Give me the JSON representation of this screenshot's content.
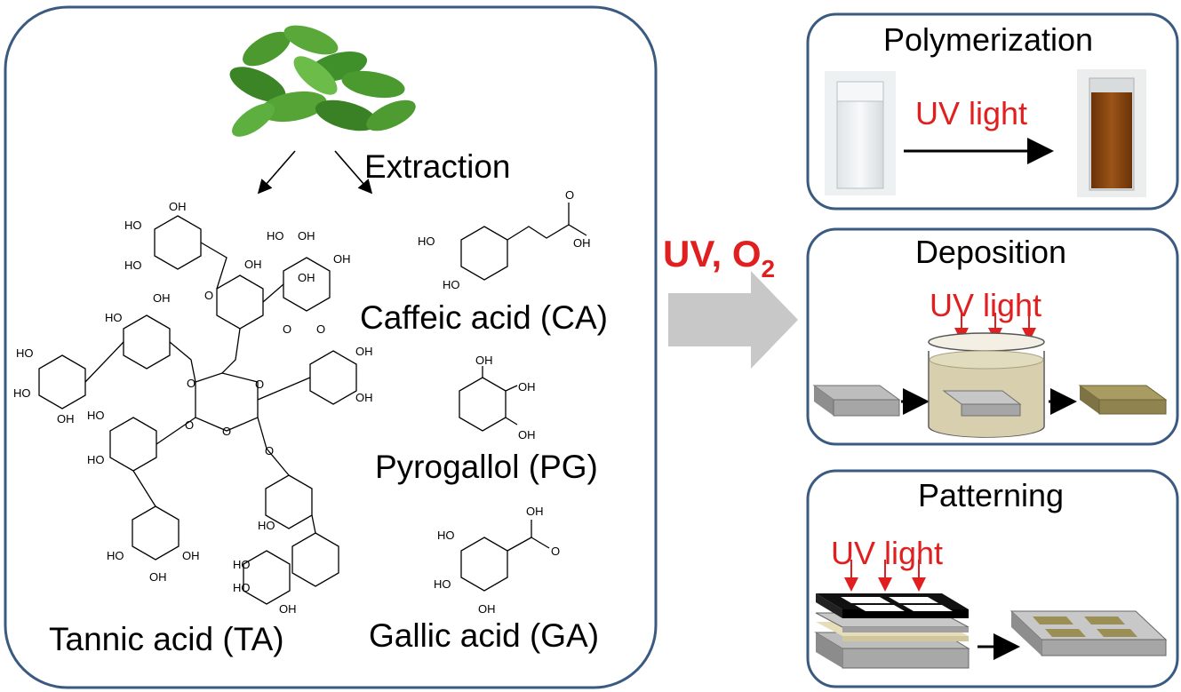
{
  "left_panel": {
    "extraction_label": "Extraction",
    "compounds": {
      "tannic_acid": "Tannic acid (TA)",
      "caffeic_acid": "Caffeic acid (CA)",
      "pyrogallol": "Pyrogallol (PG)",
      "gallic_acid": "Gallic acid (GA)"
    },
    "atom_labels": {
      "hydroxyl": "HO",
      "hydroxyl_alt": "OH",
      "oxygen": "O"
    }
  },
  "middle": {
    "condition_main": "UV, O",
    "condition_sub": "2"
  },
  "right_panels": {
    "polymerization": {
      "title": "Polymerization",
      "uv_label": "UV light"
    },
    "deposition": {
      "title": "Deposition",
      "uv_label": "UV light"
    },
    "patterning": {
      "title": "Patterning",
      "uv_label": "UV light"
    }
  },
  "colors": {
    "panel_border": "#3a5a80",
    "uv_red": "#e02020",
    "arrow_grey": "#c8c8c8",
    "solution_brown": "#8a4a12",
    "film_olive": "#9b8f55",
    "leaf_green": "#3f8f2a",
    "substrate_grey": "#a6a6a6"
  }
}
